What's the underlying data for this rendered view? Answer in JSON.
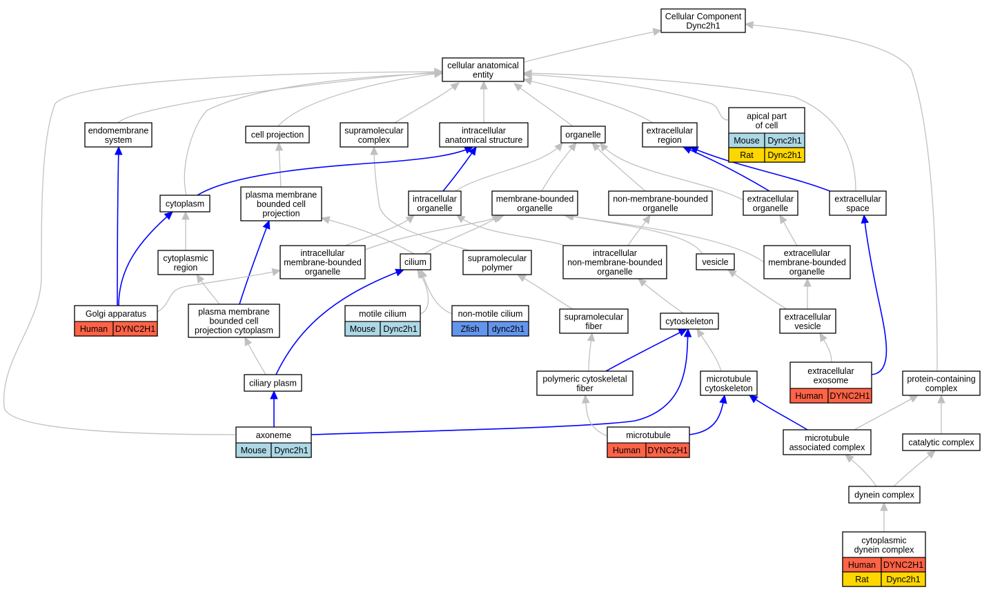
{
  "colors": {
    "Human": "#ff6347",
    "Mouse": "#add8e6",
    "Rat": "#ffd700",
    "Zfish": "#6495ed",
    "edge_gray": "#c0c0c0",
    "edge_blue": "#0000ff"
  },
  "nodes": [
    {
      "id": "root",
      "lines": [
        "Cellular Component",
        "Dync2h1"
      ]
    },
    {
      "id": "cae",
      "lines": [
        "cellular anatomical",
        "entity"
      ]
    },
    {
      "id": "endomembrane",
      "lines": [
        "endomembrane",
        "system"
      ]
    },
    {
      "id": "cellproj",
      "lines": [
        "cell projection"
      ]
    },
    {
      "id": "supracomplex",
      "lines": [
        "supramolecular",
        "complex"
      ]
    },
    {
      "id": "ias",
      "lines": [
        "intracellular",
        "anatomical structure"
      ]
    },
    {
      "id": "organelle",
      "lines": [
        "organelle"
      ]
    },
    {
      "id": "extregion",
      "lines": [
        "extracellular",
        "region"
      ]
    },
    {
      "id": "apical",
      "lines": [
        "apical part",
        "of cell"
      ],
      "rows": [
        [
          "Mouse",
          "Dync2h1"
        ],
        [
          "Rat",
          "Dync2h1"
        ]
      ]
    },
    {
      "id": "cytoplasm",
      "lines": [
        "cytoplasm"
      ]
    },
    {
      "id": "pmbcp",
      "lines": [
        "plasma membrane",
        "bounded cell",
        "projection"
      ]
    },
    {
      "id": "intraorg",
      "lines": [
        "intracellular",
        "organelle"
      ]
    },
    {
      "id": "membound",
      "lines": [
        "membrane-bounded",
        "organelle"
      ]
    },
    {
      "id": "nonmembound",
      "lines": [
        "non-membrane-bounded",
        "organelle"
      ]
    },
    {
      "id": "extorg",
      "lines": [
        "extracellular",
        "organelle"
      ]
    },
    {
      "id": "extspace",
      "lines": [
        "extracellular",
        "space"
      ]
    },
    {
      "id": "cytoregion",
      "lines": [
        "cytoplasmic",
        "region"
      ]
    },
    {
      "id": "imbo",
      "lines": [
        "intracellular",
        "membrane-bounded",
        "organelle"
      ]
    },
    {
      "id": "cilium",
      "lines": [
        "cilium"
      ]
    },
    {
      "id": "suprapoly",
      "lines": [
        "supramolecular",
        "polymer"
      ]
    },
    {
      "id": "inmbo",
      "lines": [
        "intracellular",
        "non-membrane-bounded",
        "organelle"
      ]
    },
    {
      "id": "vesicle",
      "lines": [
        "vesicle"
      ]
    },
    {
      "id": "embo",
      "lines": [
        "extracellular",
        "membrane-bounded",
        "organelle"
      ]
    },
    {
      "id": "golgi",
      "lines": [
        "Golgi apparatus"
      ],
      "rows": [
        [
          "Human",
          "DYNC2H1"
        ]
      ]
    },
    {
      "id": "pmbcpc",
      "lines": [
        "plasma membrane",
        "bounded cell",
        "projection cytoplasm"
      ]
    },
    {
      "id": "motile",
      "lines": [
        "motile cilium"
      ],
      "rows": [
        [
          "Mouse",
          "Dync2h1"
        ]
      ]
    },
    {
      "id": "nonmotile",
      "lines": [
        "non-motile cilium"
      ],
      "rows": [
        [
          "Zfish",
          "dync2h1"
        ]
      ]
    },
    {
      "id": "suprafiber",
      "lines": [
        "supramolecular",
        "fiber"
      ]
    },
    {
      "id": "cytoskeleton",
      "lines": [
        "cytoskeleton"
      ]
    },
    {
      "id": "extvesicle",
      "lines": [
        "extracellular",
        "vesicle"
      ]
    },
    {
      "id": "ciliaryplasm",
      "lines": [
        "ciliary plasm"
      ]
    },
    {
      "id": "polyfiber",
      "lines": [
        "polymeric cytoskeletal",
        "fiber"
      ]
    },
    {
      "id": "mtcyto",
      "lines": [
        "microtubule",
        "cytoskeleton"
      ]
    },
    {
      "id": "exosome",
      "lines": [
        "extracellular",
        "exosome"
      ],
      "rows": [
        [
          "Human",
          "DYNC2H1"
        ]
      ]
    },
    {
      "id": "protcomplex",
      "lines": [
        "protein-containing",
        "complex"
      ]
    },
    {
      "id": "axoneme",
      "lines": [
        "axoneme"
      ],
      "rows": [
        [
          "Mouse",
          "Dync2h1"
        ]
      ]
    },
    {
      "id": "microtubule",
      "lines": [
        "microtubule"
      ],
      "rows": [
        [
          "Human",
          "DYNC2H1"
        ]
      ]
    },
    {
      "id": "mtassoc",
      "lines": [
        "microtubule",
        "associated complex"
      ]
    },
    {
      "id": "catalytic",
      "lines": [
        "catalytic complex"
      ]
    },
    {
      "id": "dynein",
      "lines": [
        "dynein complex"
      ]
    },
    {
      "id": "cytodynein",
      "lines": [
        "cytoplasmic",
        "dynein complex"
      ],
      "rows": [
        [
          "Human",
          "DYNC2H1"
        ],
        [
          "Rat",
          "Dync2h1"
        ]
      ]
    }
  ]
}
